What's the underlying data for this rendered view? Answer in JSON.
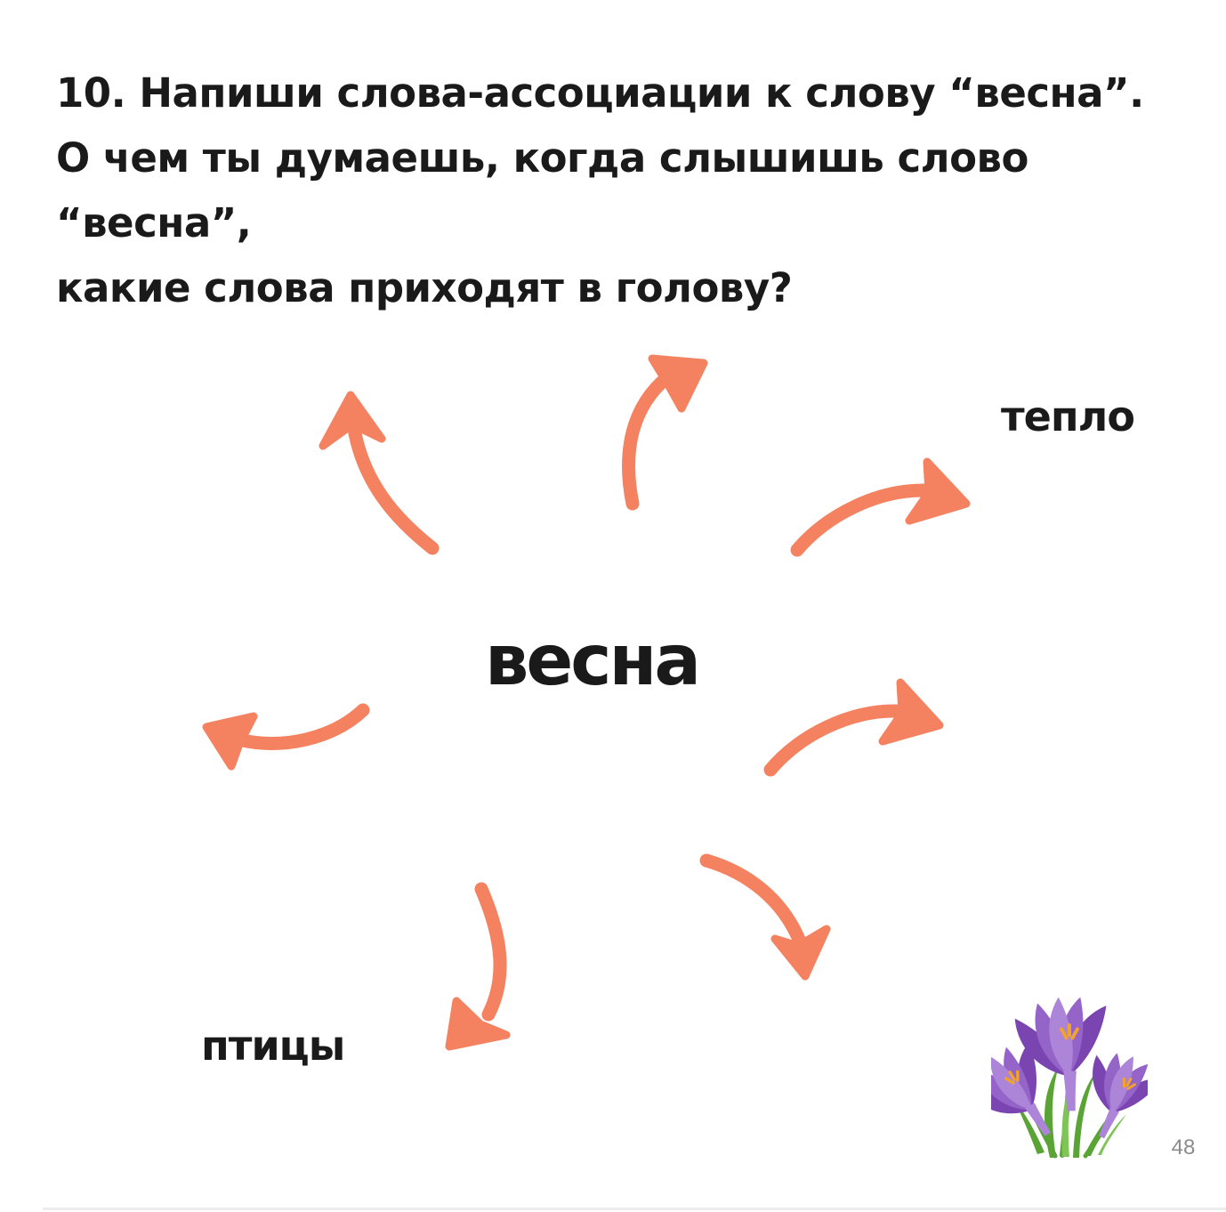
{
  "page": {
    "title_lines": [
      "10. Напиши слова-ассоциации к слову “весна”.",
      "О чем ты думаешь, когда слышишь слово “весна”,",
      "какие слова приходят в голову?"
    ],
    "page_number": "48"
  },
  "diagram": {
    "center_word": "весна",
    "labels": [
      {
        "text": "тепло",
        "position": "top-right"
      },
      {
        "text": "птицы",
        "position": "bottom-left"
      }
    ],
    "arrows": [
      "up-left",
      "up",
      "upper-right",
      "right",
      "down-right",
      "down-left",
      "left"
    ]
  },
  "colors": {
    "background": "#FFFFFF",
    "text": "#1A1A1A",
    "arrow": "#F4815F",
    "page_number": "#8C8C8C",
    "flower_purple_dark": "#7A45B0",
    "flower_purple": "#9464C8",
    "flower_purple_light": "#AC84D8",
    "flower_green": "#5AA435",
    "flower_green_light": "#7FC457",
    "flower_stamen_orange": "#F2A32B"
  }
}
